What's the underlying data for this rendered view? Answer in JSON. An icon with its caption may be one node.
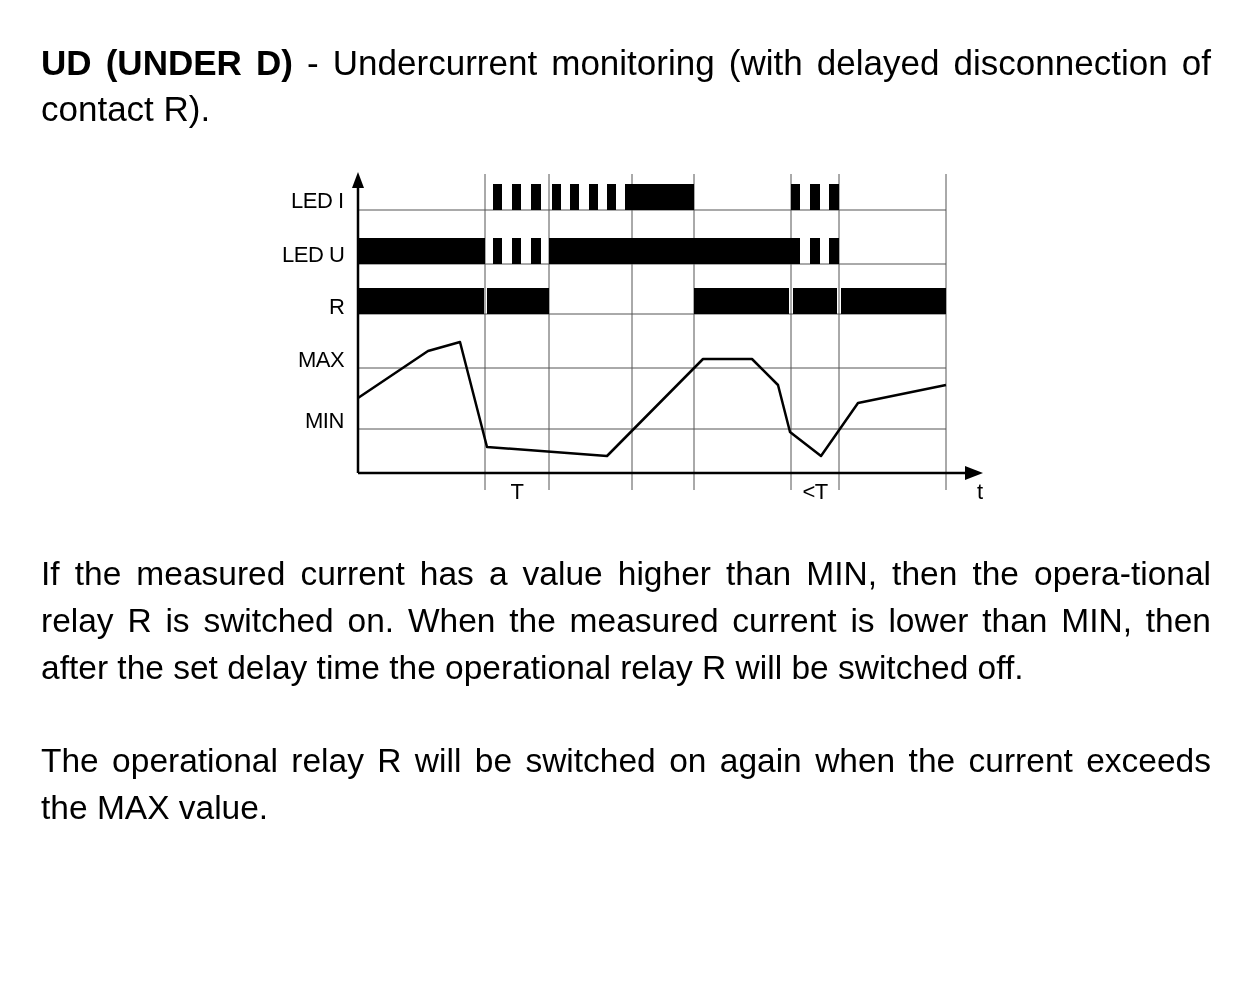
{
  "diagram": {
    "title": "**UD (UNDER D)** - Undercurrent monitoring (with delayed disconnection of contact R).",
    "labels": [
      "LED I",
      "LED U",
      "R",
      "MAX",
      "MIN",
      "T",
      "<T",
      "t",
      "If the measured current has a value higher than MIN, then the opera-tional relay R is switched on. When the measured current is lower than MIN, then after the set delay time the operational relay R will be switched off.",
      "The operational relay R will be switched on again when the current exceeds the MAX value."
    ]
  }
}
